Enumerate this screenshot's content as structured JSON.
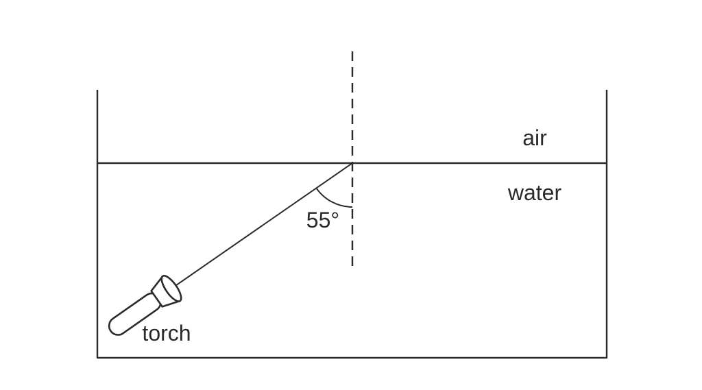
{
  "diagram": {
    "kind": "refraction-of-light-physics-diagram",
    "labels": {
      "air": "air",
      "water": "water",
      "torch": "torch",
      "angle": "55°"
    },
    "icons": {
      "torch": "torch-icon"
    },
    "colors": {
      "line": "#2b2a29",
      "background": "#ffffff"
    }
  }
}
